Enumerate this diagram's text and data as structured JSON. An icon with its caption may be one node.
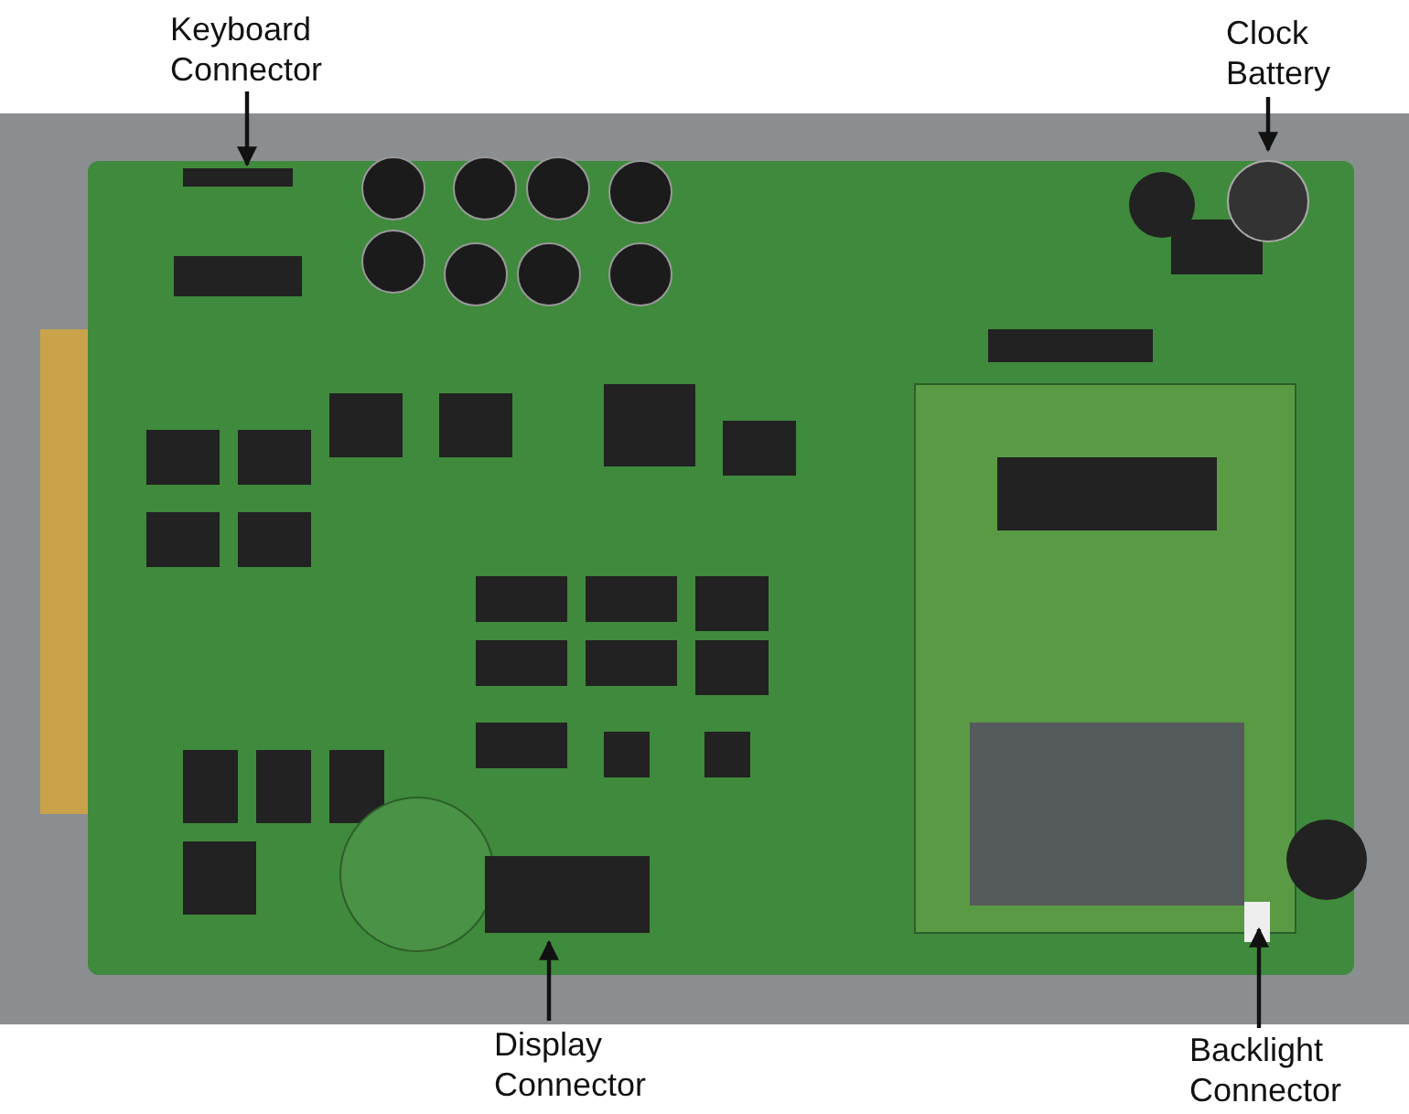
{
  "diagram": {
    "nodes": [
      {
        "text": [
          "Keyboard Connector"
        ]
      },
      {
        "text": [
          "Clock Battery"
        ]
      },
      {
        "text": [
          "Display Connector"
        ]
      },
      {
        "text": [
          "Backlight Connector"
        ]
      }
    ],
    "edges": [
      {
        "from": 0,
        "to": null,
        "arrow": "to"
      },
      {
        "from": 1,
        "to": null,
        "arrow": "to"
      },
      {
        "from": 2,
        "to": null,
        "arrow": "to"
      },
      {
        "from": 3,
        "to": null,
        "arrow": "to"
      }
    ]
  }
}
